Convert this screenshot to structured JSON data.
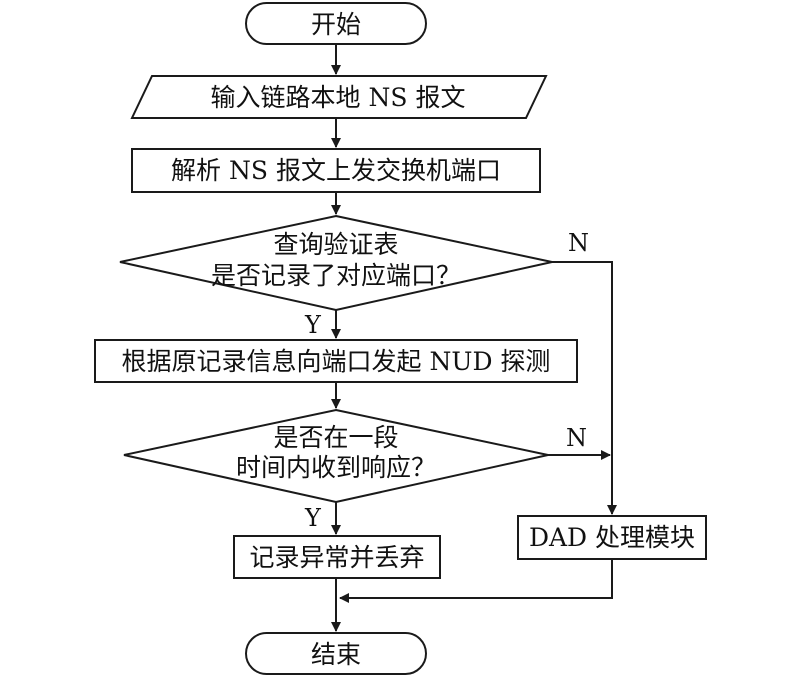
{
  "flowchart": {
    "start": "开始",
    "input": "输入链路本地 NS 报文",
    "parse": "解析 NS 报文上发交换机端口",
    "decision1": {
      "line1": "查询验证表",
      "line2": "是否记录了对应端口？",
      "yes": "Y",
      "no": "N"
    },
    "probe": "根据原记录信息向端口发起 NUD 探测",
    "decision2": {
      "line1": "是否在一段",
      "line2": "时间内收到响应？",
      "yes": "Y",
      "no": "N"
    },
    "record": "记录异常并丢弃",
    "dad": "DAD 处理模块",
    "end": "结束"
  }
}
